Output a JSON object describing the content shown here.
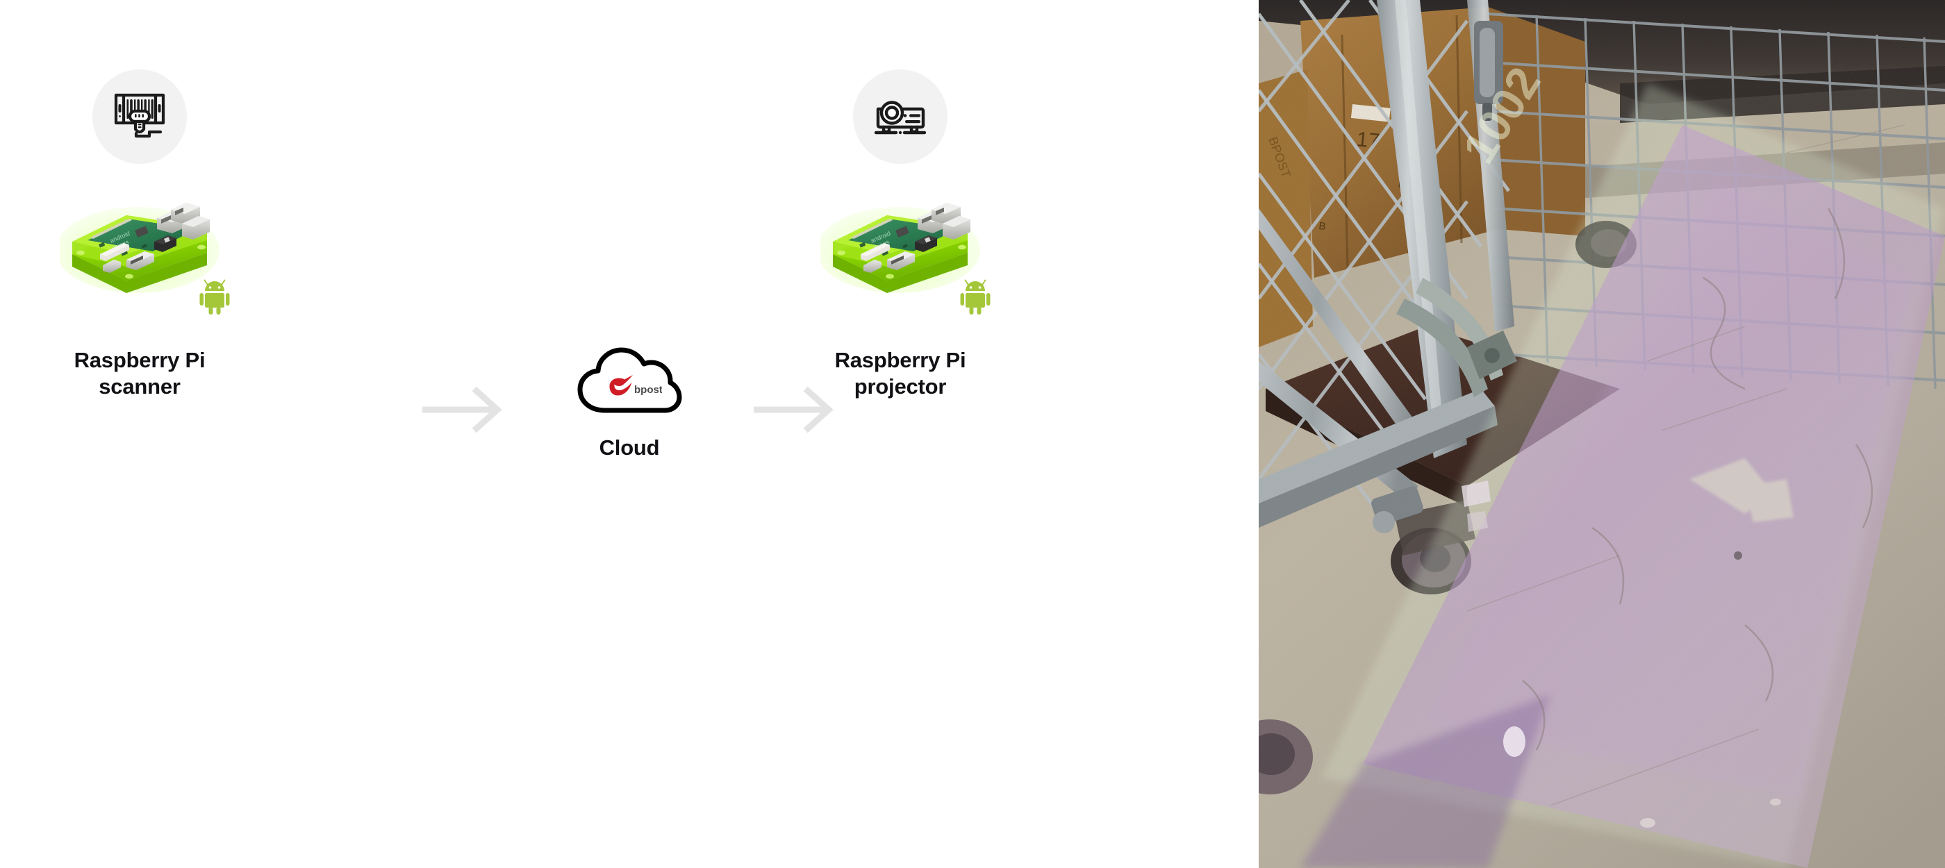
{
  "diagram": {
    "nodes": [
      {
        "id": "scanner",
        "icon_name": "barcode-scanner-icon",
        "device_image_name": "raspberry-pi-board-green-case",
        "platform_badge": "android-robot-logo",
        "caption": "Raspberry Pi\nscanner"
      },
      {
        "id": "cloud",
        "icon_name": "cloud-outline-icon",
        "brand_logo": "bpost-logo",
        "brand_logo_text": "bpost",
        "caption": "Cloud"
      },
      {
        "id": "projector",
        "icon_name": "projector-icon",
        "device_image_name": "raspberry-pi-board-green-case",
        "platform_badge": "android-robot-logo",
        "caption": "Raspberry Pi\nprojector"
      }
    ],
    "connectors": [
      {
        "id": "scanner-to-cloud",
        "name": "arrow-right",
        "direction": "right"
      },
      {
        "id": "cloud-to-projector",
        "name": "arrow-right",
        "direction": "right"
      }
    ]
  },
  "photo": {
    "name": "warehouse-roll-cage-floor-projection-photo",
    "caption": "Galvanized steel roll cage trolley with wire mesh sides loaded with cardboard boxes, standing on a worn concrete warehouse floor. A projector casts a tinted light rectangle with faint digits onto the floor beside the cage wheels.",
    "projected_text": "1002"
  },
  "colors": {
    "background": "#ffffff",
    "icon_bubble": "#f2f2f2",
    "icon_stroke": "#1b1b1b",
    "caption_text": "#111115",
    "arrow": "#e3e3e3",
    "brand_red": "#cf1c25",
    "brand_text": "#4a4a4a",
    "android_green": "#a4c73a",
    "pi_case_green": "#8fd400",
    "pi_pcb_green": "#2f7a52"
  }
}
